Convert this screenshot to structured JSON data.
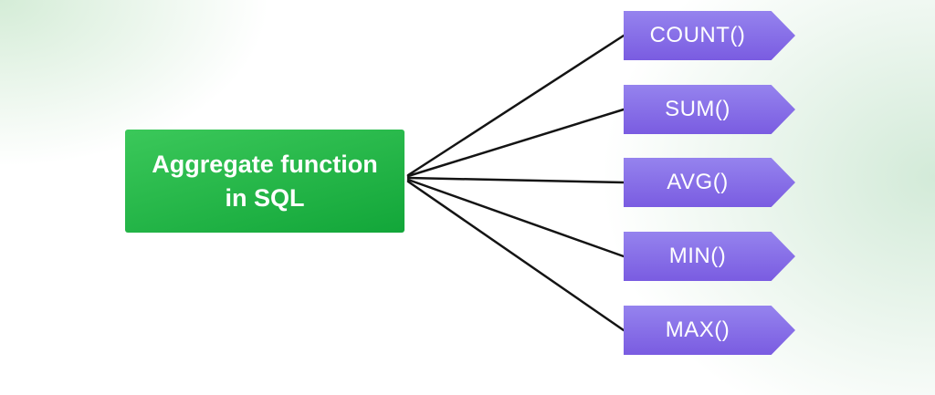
{
  "diagram": {
    "root_label": "Aggregate function in SQL",
    "nodes": [
      {
        "label": "COUNT()"
      },
      {
        "label": "SUM()"
      },
      {
        "label": "AVG()"
      },
      {
        "label": "MIN()"
      },
      {
        "label": "MAX()"
      }
    ],
    "colors": {
      "root_start": "#3bc85a",
      "root_end": "#12a639",
      "node_start": "#9583ee",
      "node_end": "#7a5ce1",
      "connector": "#141414",
      "text": "#ffffff"
    }
  }
}
